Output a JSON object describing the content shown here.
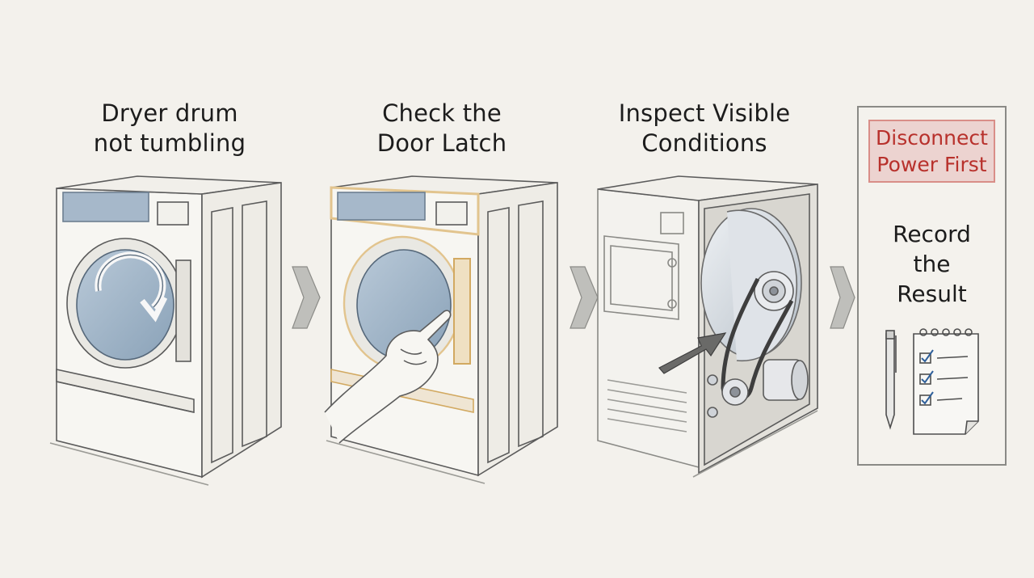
{
  "steps": [
    {
      "line1": "Dryer drum",
      "line2": "not tumbling",
      "icon": "dryer-rotation"
    },
    {
      "line1": "Check the",
      "line2": "Door Latch",
      "icon": "dryer-door-latch-hand"
    },
    {
      "line1": "Inspect Visible",
      "line2": "Conditions",
      "icon": "dryer-open-belt"
    }
  ],
  "final": {
    "warning_line1": "Disconnect",
    "warning_line2": "Power First",
    "record_line1": "Record",
    "record_line2": "the",
    "record_line3": "Result",
    "icon": "checklist-pen"
  },
  "colors": {
    "background": "#f3f1ec",
    "warning_text": "#b8312c",
    "warning_fill": "#ecd3d0",
    "latch_highlight": "#e2c48e",
    "glass_blue": "#9fb4c8"
  }
}
